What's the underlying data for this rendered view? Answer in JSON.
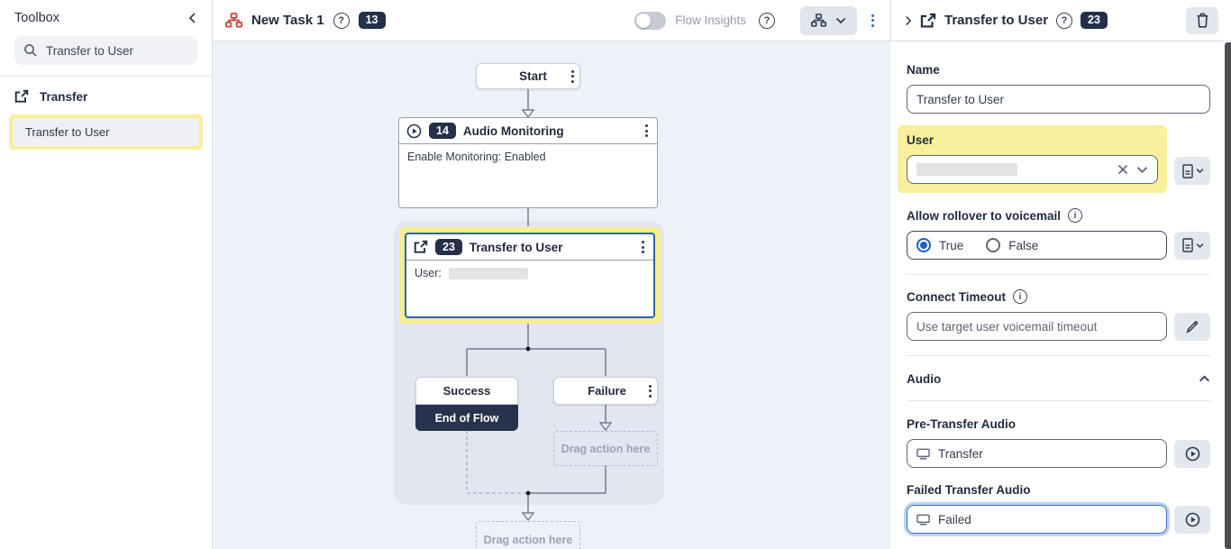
{
  "colors": {
    "accent_blue": "#1d5fc4",
    "navy": "#24304a",
    "highlight_yellow": "#f8ee8e",
    "canvas_bg": "#eef1f8",
    "region_bg": "#e3e6f1",
    "brand_red": "#cf3e36"
  },
  "toolbox": {
    "title": "Toolbox",
    "search_value": "Transfer to User",
    "category_label": "Transfer",
    "item_label": "Transfer to User"
  },
  "topbar": {
    "task_name": "New Task 1",
    "task_badge": "13",
    "flow_insights_label": "Flow Insights",
    "help_glyph": "?",
    "panel_title": "Transfer to User",
    "panel_badge": "23"
  },
  "canvas": {
    "start": {
      "label": "Start"
    },
    "audio_monitoring": {
      "badge": "14",
      "title": "Audio Monitoring",
      "body": "Enable Monitoring: Enabled"
    },
    "transfer": {
      "badge": "23",
      "title": "Transfer to User",
      "body_label": "User:"
    },
    "success": {
      "label": "Success",
      "end_label": "End of Flow"
    },
    "failure": {
      "label": "Failure"
    },
    "drag_placeholder": "Drag action here"
  },
  "panel": {
    "name": {
      "label": "Name",
      "value": "Transfer to User"
    },
    "user": {
      "label": "User"
    },
    "rollover": {
      "label": "Allow rollover to voicemail",
      "true_label": "True",
      "false_label": "False"
    },
    "connect_timeout": {
      "label": "Connect Timeout",
      "value": "Use target user voicemail timeout"
    },
    "audio_section_label": "Audio",
    "pre_transfer": {
      "label": "Pre-Transfer Audio",
      "value": "Transfer"
    },
    "failed_transfer": {
      "label": "Failed Transfer Audio",
      "value": "Failed"
    },
    "info_glyph": "i"
  }
}
